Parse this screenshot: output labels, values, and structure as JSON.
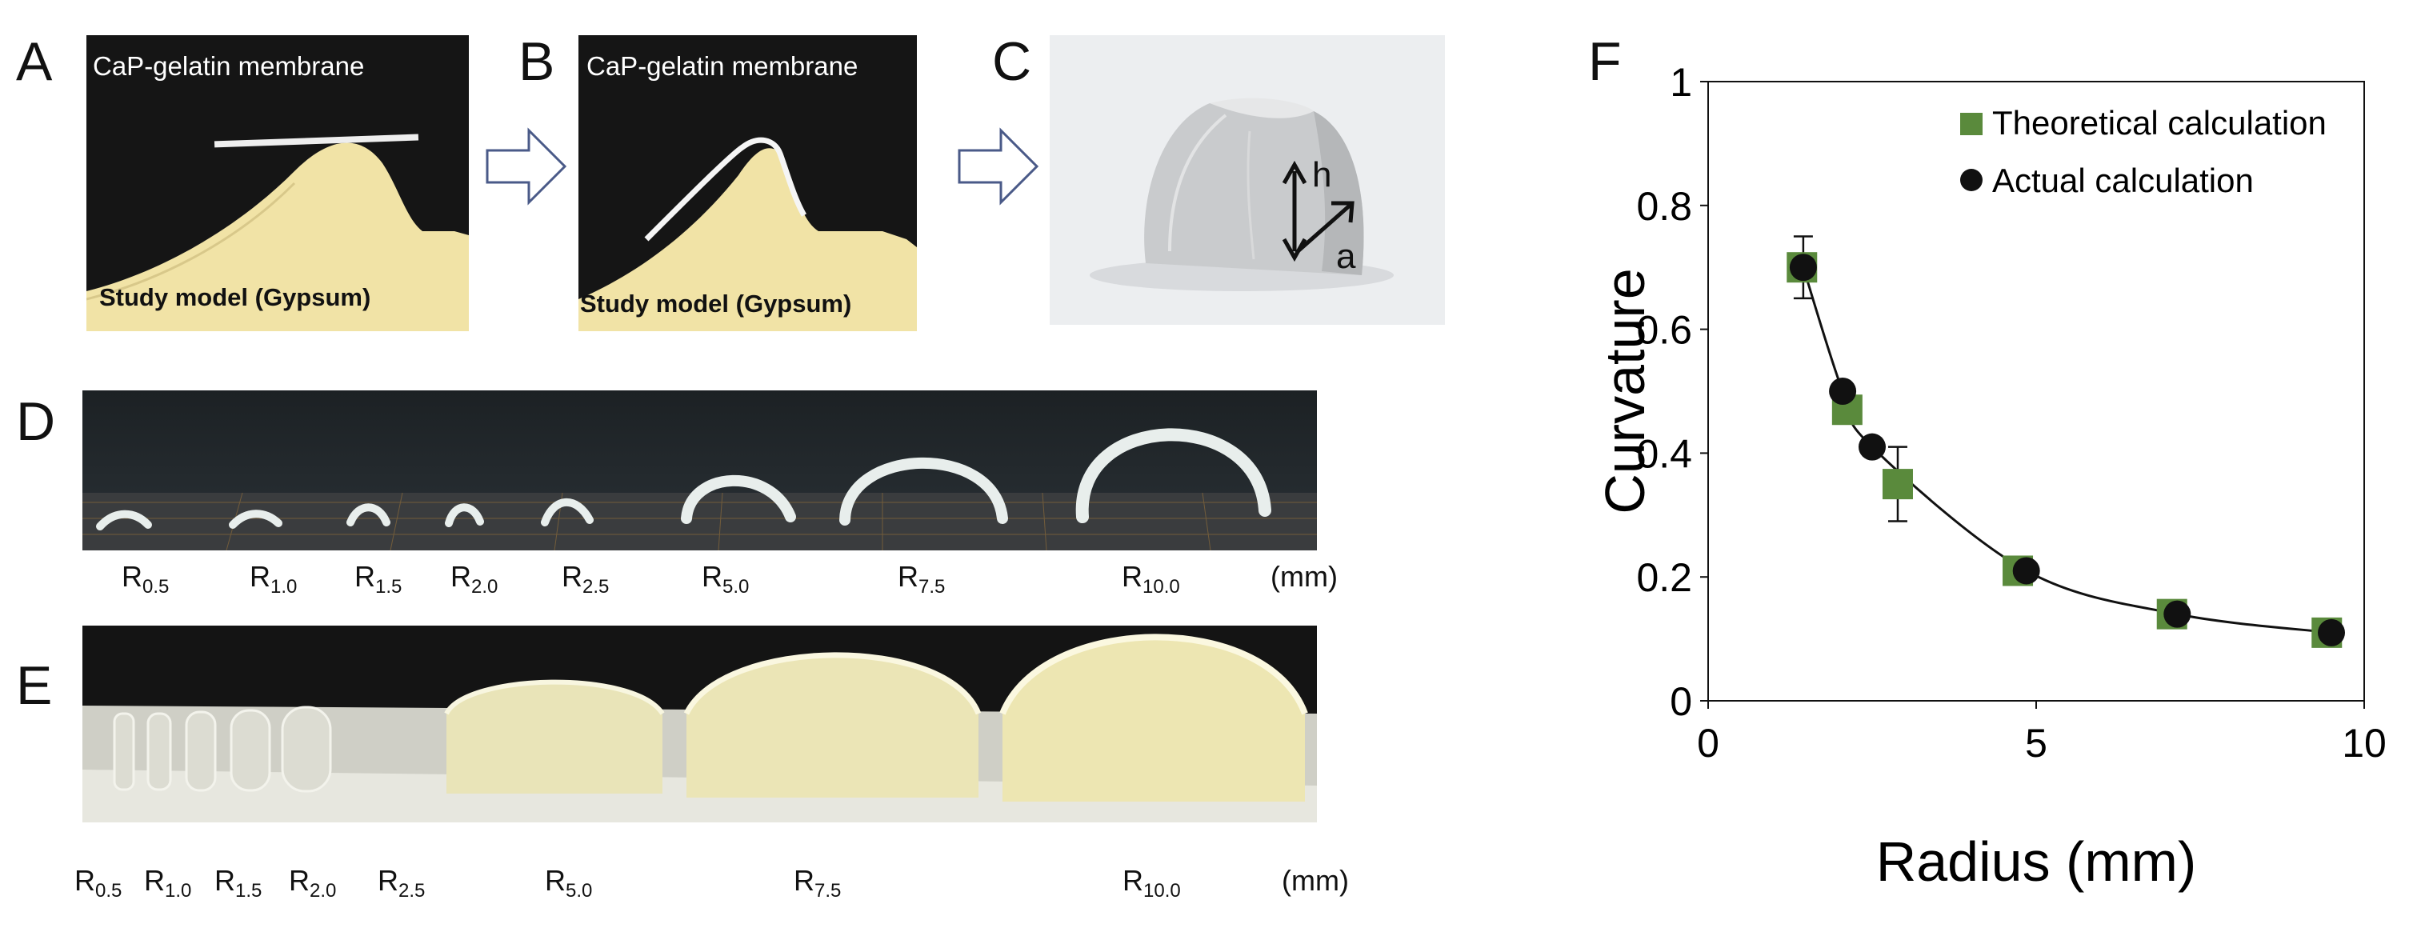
{
  "panels": {
    "a": {
      "letter": "A",
      "membrane_label": "CaP-gelatin membrane",
      "model_label": "Study model (Gypsum)"
    },
    "b": {
      "letter": "B",
      "membrane_label": "CaP-gelatin membrane",
      "model_label": "Study model (Gypsum)"
    },
    "c": {
      "letter": "C",
      "h_label": "h",
      "a_label": "a"
    },
    "d": {
      "letter": "D",
      "labels": [
        {
          "base": "R",
          "sub": "0.5"
        },
        {
          "base": "R",
          "sub": "1.0"
        },
        {
          "base": "R",
          "sub": "1.5"
        },
        {
          "base": "R",
          "sub": "2.0"
        },
        {
          "base": "R",
          "sub": "2.5"
        },
        {
          "base": "R",
          "sub": "5.0"
        },
        {
          "base": "R",
          "sub": "7.5"
        },
        {
          "base": "R",
          "sub": "10.0"
        }
      ],
      "unit": "(mm)"
    },
    "e": {
      "letter": "E",
      "labels": [
        {
          "base": "R",
          "sub": "0.5"
        },
        {
          "base": "R",
          "sub": "1.0"
        },
        {
          "base": "R",
          "sub": "1.5"
        },
        {
          "base": "R",
          "sub": "2.0"
        },
        {
          "base": "R",
          "sub": "2.5"
        },
        {
          "base": "R",
          "sub": "5.0"
        },
        {
          "base": "R",
          "sub": "7.5"
        },
        {
          "base": "R",
          "sub": "10.0"
        }
      ],
      "unit": "(mm)"
    },
    "f": {
      "letter": "F"
    }
  },
  "colors": {
    "theoretical": "#5a8a3c",
    "actual": "#111111",
    "gypsum": "#f1e3a6",
    "photo_dark": "#151515"
  },
  "chart_data": {
    "type": "scatter",
    "xlabel": "Radius (mm)",
    "ylabel": "Curvature",
    "xlim": [
      0,
      10
    ],
    "ylim": [
      0,
      1
    ],
    "xticks": [
      "0",
      "5",
      "10"
    ],
    "yticks": [
      "0",
      "0.2",
      "0.4",
      "0.6",
      "0.8",
      "1"
    ],
    "legend_position": "top-right",
    "grid": false,
    "series": [
      {
        "name": "Theoretical calculation",
        "marker": "square",
        "x": [
          1.43,
          2.12,
          2.89,
          4.72,
          7.07,
          9.43
        ],
        "y": [
          0.7,
          0.47,
          0.35,
          0.21,
          0.14,
          0.11
        ]
      },
      {
        "name": "Actual calculation",
        "marker": "circle",
        "x": [
          1.45,
          2.05,
          2.5,
          4.85,
          7.15,
          9.5
        ],
        "y": [
          0.7,
          0.5,
          0.41,
          0.21,
          0.14,
          0.11
        ],
        "error": [
          0.05,
          0.0,
          0.0,
          0.0,
          0.0,
          0.0
        ]
      }
    ],
    "extra_error": [
      {
        "x": 2.89,
        "y": 0.35,
        "error": 0.06
      }
    ],
    "fit_curve": true
  }
}
